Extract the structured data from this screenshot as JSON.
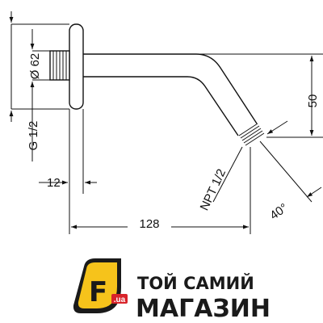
{
  "drawing": {
    "dimensions": {
      "diameter": "Ø 62",
      "thread": "G 1/2",
      "flange_depth": "12",
      "projection": "128",
      "npt": "NPT 1/2",
      "drop": "50",
      "angle": "40°"
    }
  },
  "logo": {
    "badge_letter": "F",
    "badge_domain": ".ua",
    "line1": "ТОЙ САМИЙ",
    "line2": "МАГАЗИН",
    "colors": {
      "yellow": "#f6c31b",
      "dark": "#1a1a1a",
      "red": "#d8232a"
    }
  }
}
